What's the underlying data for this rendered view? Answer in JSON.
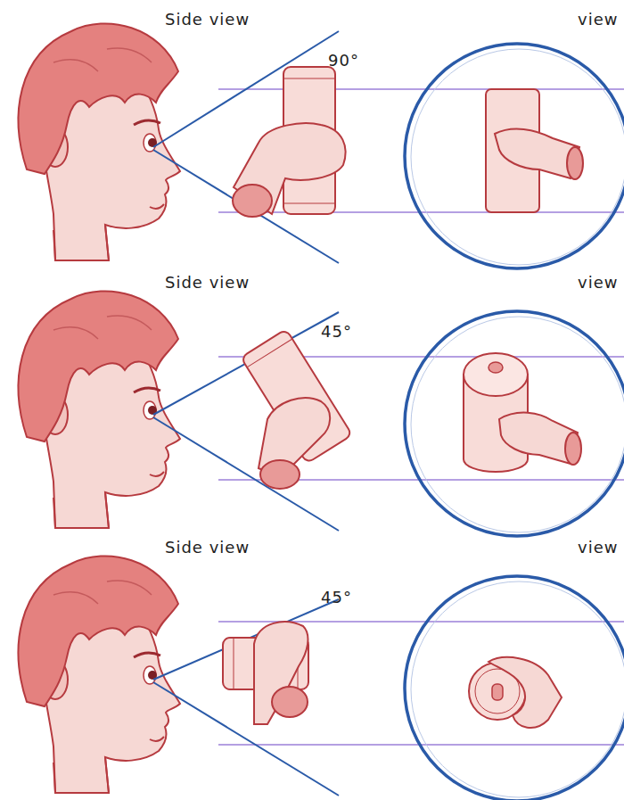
{
  "diagram": {
    "labels": [
      "Side view",
      "view",
      "90°",
      "Side view",
      "view",
      "45°",
      "Side view",
      "view",
      "45°"
    ]
  }
}
